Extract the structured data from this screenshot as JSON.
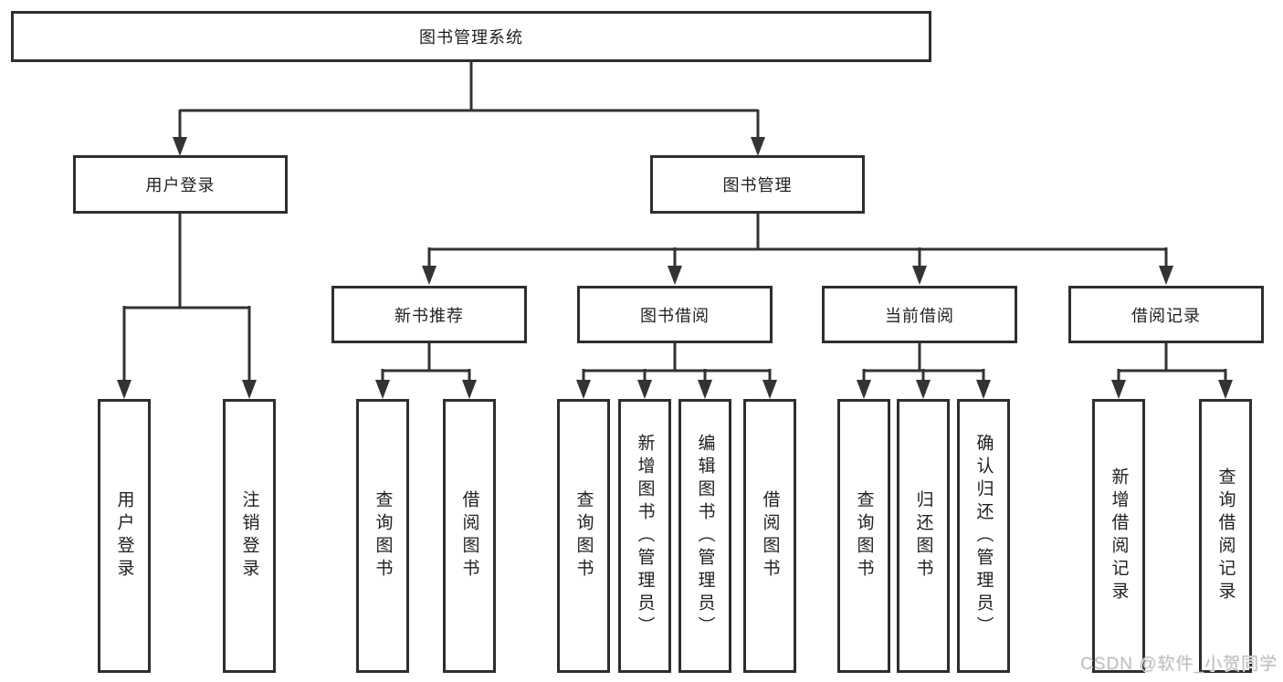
{
  "nodes": {
    "root": "图书管理系统",
    "user_login": "用户登录",
    "book_management": "图书管理",
    "new_book_recommend": "新书推荐",
    "book_borrowing": "图书借阅",
    "current_borrowing": "当前借阅",
    "borrowing_records": "借阅记录",
    "leaf_user_login": "用户登录",
    "leaf_logout": "注销登录",
    "leaf_nb_query_book": "查询图书",
    "leaf_nb_borrow_book": "借阅图书",
    "leaf_bb_query_book": "查询图书",
    "leaf_bb_add_book": "新增图书（管理员）",
    "leaf_bb_edit_book": "编辑图书（管理员）",
    "leaf_bb_borrow_book": "借阅图书",
    "leaf_cb_query_book": "查询图书",
    "leaf_cb_return_book": "归还图书",
    "leaf_cb_confirm_return": "确认归还（管理员）",
    "leaf_br_add_record": "新增借阅记录",
    "leaf_br_query_record": "查询借阅记录"
  },
  "structure": {
    "图书管理系统": [
      "用户登录",
      "图书管理"
    ],
    "用户登录": [
      "用户登录",
      "注销登录"
    ],
    "图书管理": [
      "新书推荐",
      "图书借阅",
      "当前借阅",
      "借阅记录"
    ],
    "新书推荐": [
      "查询图书",
      "借阅图书"
    ],
    "图书借阅": [
      "查询图书",
      "新增图书（管理员）",
      "编辑图书（管理员）",
      "借阅图书"
    ],
    "当前借阅": [
      "查询图书",
      "归还图书",
      "确认归还（管理员）"
    ],
    "借阅记录": [
      "新增借阅记录",
      "查询借阅记录"
    ]
  },
  "watermark": "CSDN @软件_小贺同学",
  "colors": {
    "line": "#333333",
    "border": "#2e2e2e",
    "text": "#1f1f1f",
    "watermark": "#bfbfbf",
    "bg": "#ffffff"
  }
}
